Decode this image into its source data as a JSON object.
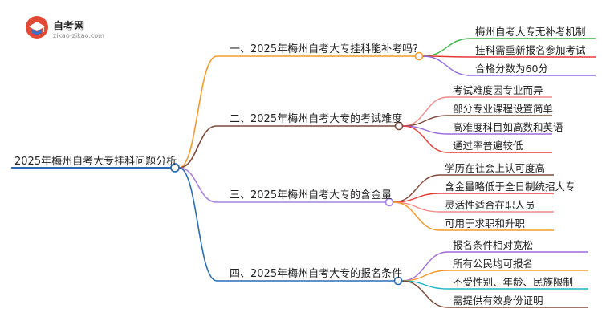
{
  "logo": {
    "title": "自考网",
    "subtitle": "zikao-zikao.com",
    "icon": "graduation-cap-icon",
    "colors": {
      "red": "#e24a36",
      "blue": "#3a6fc9"
    }
  },
  "mindmap": {
    "root": {
      "label": "2025年梅州自考大专挂科问题分析",
      "color": "#2b6cb0"
    },
    "branches": [
      {
        "label": "一、2025年梅州自考大专挂科能补考吗?",
        "color": "#f39a2b",
        "leaves": [
          {
            "label": "梅州自考大专无补考机制",
            "color": "#3bb349"
          },
          {
            "label": "挂科需重新报名参加考试",
            "color": "#e53935"
          },
          {
            "label": "合格分数为60分",
            "color": "#8e6ad8"
          }
        ]
      },
      {
        "label": "二、2025年梅州自考大专的考试难度",
        "color": "#7b4a3a",
        "leaves": [
          {
            "label": "考试难度因专业而异",
            "color": "#f08a8a"
          },
          {
            "label": "部分专业课程设置简单",
            "color": "#7b4a3a"
          },
          {
            "label": "高难度科目如高数和英语",
            "color": "#9c6ad8"
          },
          {
            "label": "通过率普遍较低",
            "color": "#e53935"
          }
        ]
      },
      {
        "label": "三、2025年梅州自考大专的含金量",
        "color": "#a983e0",
        "leaves": [
          {
            "label": "学历在社会上认可度高",
            "color": "#7b4a3a"
          },
          {
            "label": "含金量略低于全日制统招大专",
            "color": "#e53935"
          },
          {
            "label": "灵活性适合在职人员",
            "color": "#f08a8a"
          },
          {
            "label": "可用于求职和升职",
            "color": "#f39a2b"
          }
        ]
      },
      {
        "label": "四、2025年梅州自考大专的报名条件",
        "color": "#2b6cb0",
        "leaves": [
          {
            "label": "报名条件相对宽松",
            "color": "#9c6ad8"
          },
          {
            "label": "所有公民均可报名",
            "color": "#f39a2b"
          },
          {
            "label": "不受性别、年龄、民族限制",
            "color": "#1fb5c9"
          },
          {
            "label": "需提供有效身份证明",
            "color": "#7b4a3a"
          }
        ]
      }
    ]
  }
}
